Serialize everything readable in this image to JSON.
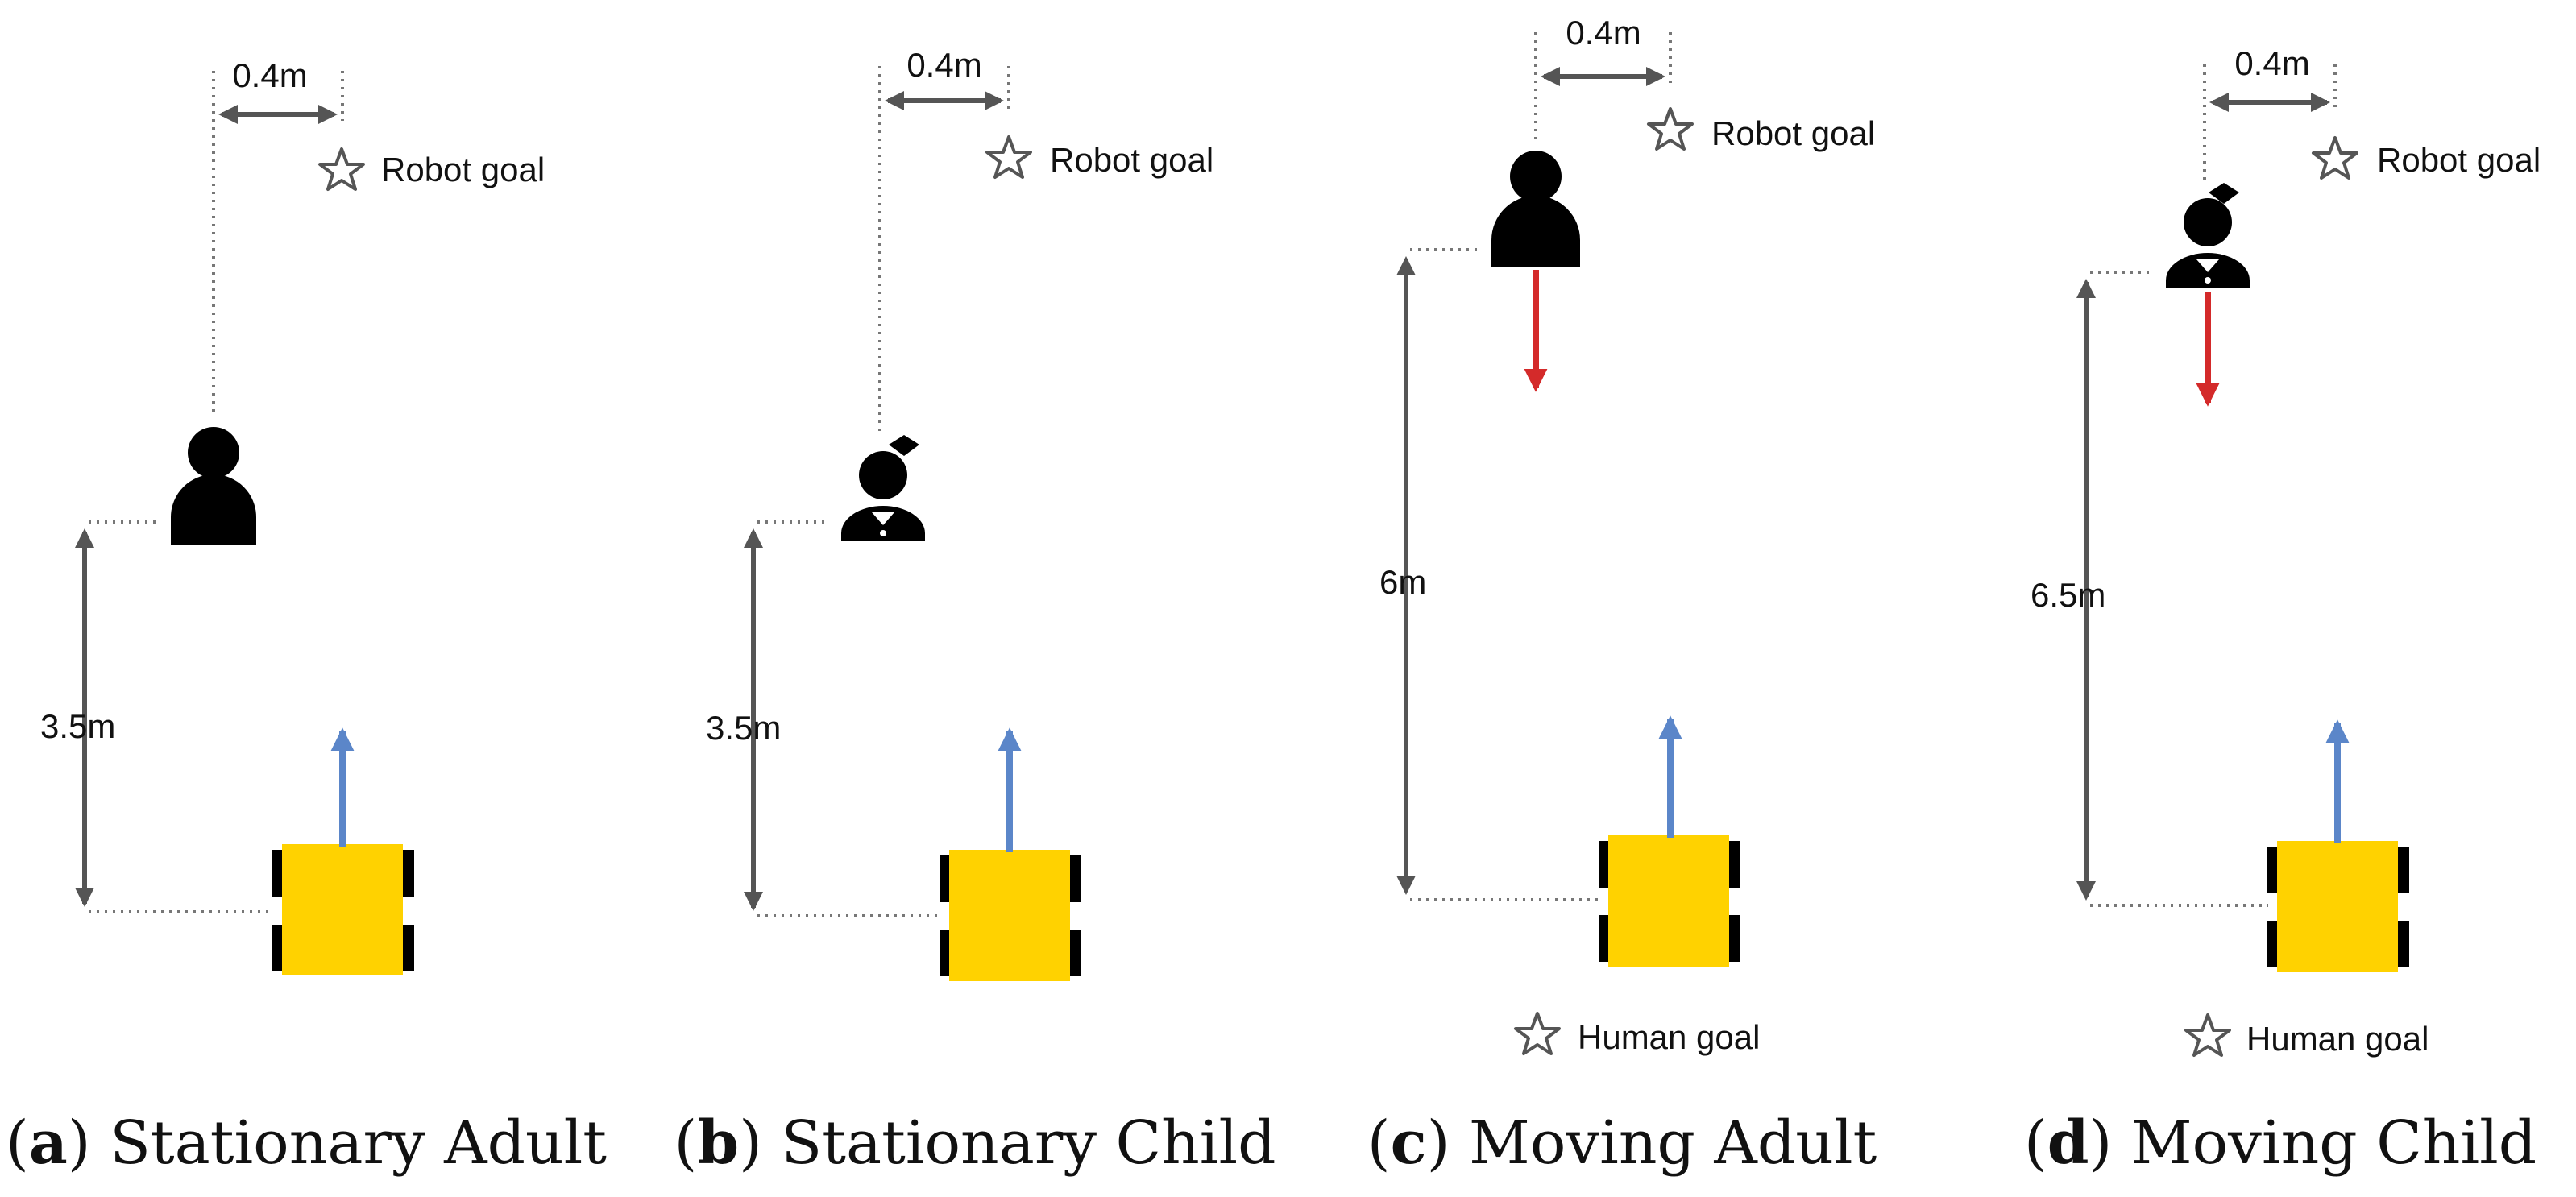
{
  "colors": {
    "robot_body": "#FFD200",
    "robot_wheel": "#000000",
    "robot_heading_arrow": "#5B86C9",
    "human_heading_arrow": "#D42A2A",
    "dimension_line": "#555555",
    "person": "#000000",
    "goal_star_outline": "#555555"
  },
  "icons": [
    "person-adult-icon",
    "person-child-icon",
    "robot-icon",
    "star-icon",
    "arrow-icon"
  ],
  "panels": [
    {
      "letter": "a",
      "title": "Stationary Adult",
      "human": "adult",
      "human_moving": false,
      "offset_label": "0.4m",
      "distance_label": "3.5m",
      "robot_goal_label": "Robot goal",
      "human_goal_label": ""
    },
    {
      "letter": "b",
      "title": "Stationary Child",
      "human": "child",
      "human_moving": false,
      "offset_label": "0.4m",
      "distance_label": "3.5m",
      "robot_goal_label": "Robot goal",
      "human_goal_label": ""
    },
    {
      "letter": "c",
      "title": "Moving Adult",
      "human": "adult",
      "human_moving": true,
      "offset_label": "0.4m",
      "distance_label": "6m",
      "robot_goal_label": "Robot goal",
      "human_goal_label": "Human goal"
    },
    {
      "letter": "d",
      "title": "Moving Child",
      "human": "child",
      "human_moving": true,
      "offset_label": "0.4m",
      "distance_label": "6.5m",
      "robot_goal_label": "Robot goal",
      "human_goal_label": "Human goal"
    }
  ]
}
